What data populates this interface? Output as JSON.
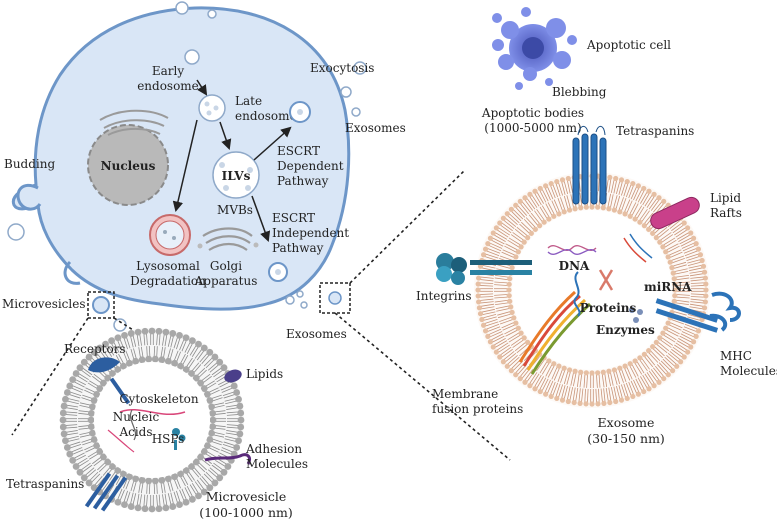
{
  "cell": {
    "nucleus": "Nucleus",
    "early_endosome": [
      "Early",
      "endosome"
    ],
    "late_endosome": [
      "Late",
      "endosome"
    ],
    "ilvs": "ILVs",
    "mvbs": "MVBs",
    "lysosomal": [
      "Lysosomal",
      "Degradation"
    ],
    "golgi": [
      "Golgi",
      "Apparatus"
    ],
    "escrt_dep": [
      "ESCRT",
      "Dependent",
      "Pathway"
    ],
    "escrt_indep": [
      "ESCRT",
      "Independent",
      "Pathway"
    ],
    "budding": "Budding",
    "exocytosis": "Exocytosis",
    "exosomes_top": "Exosomes",
    "microvesicles": "Microvesicles",
    "exosomes_bottom": "Exosomes"
  },
  "apoptotic": {
    "cell": "Apoptotic cell",
    "blebbing": "Blebbing",
    "bodies": [
      "Apoptotic bodies",
      "(1000-5000 nm)"
    ]
  },
  "exosome": {
    "tetraspanins": "Tetraspanins",
    "lipid_rafts": [
      "Lipid",
      "Rafts"
    ],
    "integrins": "Integrins",
    "dna": "DNA",
    "mirna": "miRNA",
    "proteins": "Proteins",
    "enzymes": "Enzymes",
    "mhc": [
      "MHC",
      "Molecules"
    ],
    "fusion": [
      "Membrane",
      "fusion proteins"
    ],
    "title": [
      "Exosome",
      "(30-150 nm)"
    ]
  },
  "microvesicle": {
    "receptors": "Receptors",
    "lipids": "Lipids",
    "cytoskeleton": "Cytoskeleton",
    "nucleic": [
      "Nucleic",
      "Acids"
    ],
    "hsps": "HSPs",
    "adhesion": [
      "Adhesion",
      "Molecules"
    ],
    "tetraspanins": "Tetraspanins",
    "title": [
      "Microvesicle",
      "(100-1000 nm)"
    ]
  },
  "colors": {
    "cell_fill": "#d9e6f6",
    "cell_stroke": "#6d96c8",
    "nucleus_fill": "#b9b9b9",
    "lipid_head": "#e6bfa3",
    "lipid_tail": "#c89478",
    "mv_head": "#a8a8a8",
    "protein_blue": "#2c5ea0",
    "raft_pink": "#c9408a",
    "apoptotic_blue": "#6d7fe0"
  }
}
